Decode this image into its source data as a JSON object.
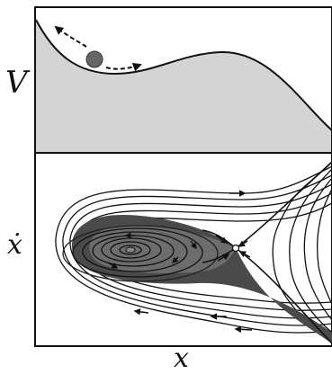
{
  "labels": {
    "potential_axis": "V",
    "velocity_axis": "ẋ",
    "position_axis": "x"
  },
  "colors": {
    "potential_fill": "#d4d4d4",
    "basin_dark": "#4a4a4a",
    "basin_mid": "#6d6d6d",
    "streamline": "#111111",
    "ball": "#666666"
  },
  "panels": [
    "potential-energy-panel",
    "phase-portrait-panel"
  ]
}
